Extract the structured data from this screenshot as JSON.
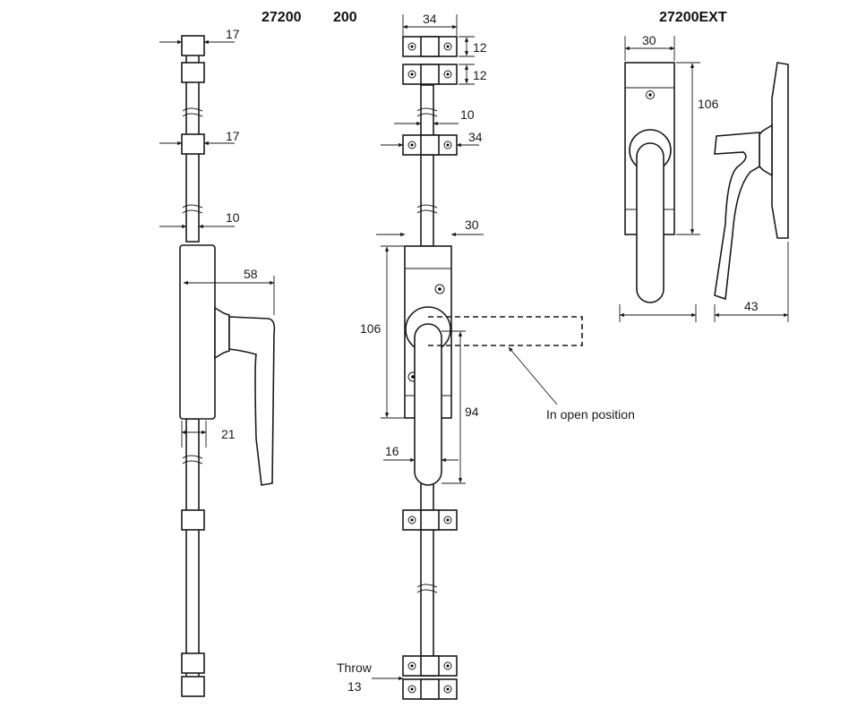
{
  "titles": {
    "left": "27200",
    "middle": "200",
    "right": "27200EXT"
  },
  "left_dims": {
    "d1": "17",
    "d2": "17",
    "d3": "10",
    "d4": "58",
    "d5": "21"
  },
  "middle_dims": {
    "width_top": "34",
    "h1": "12",
    "h2": "12",
    "rod": "10",
    "guide": "34",
    "body_w": "30",
    "body_h": "106",
    "handle_len": "94",
    "handle_w": "16",
    "throw_label": "Throw",
    "throw_value": "13"
  },
  "annotation": "In open position",
  "right_dims": {
    "width": "30",
    "height": "106",
    "depth": "43"
  },
  "colors": {
    "line": "#1a1a1a",
    "background": "#ffffff"
  }
}
